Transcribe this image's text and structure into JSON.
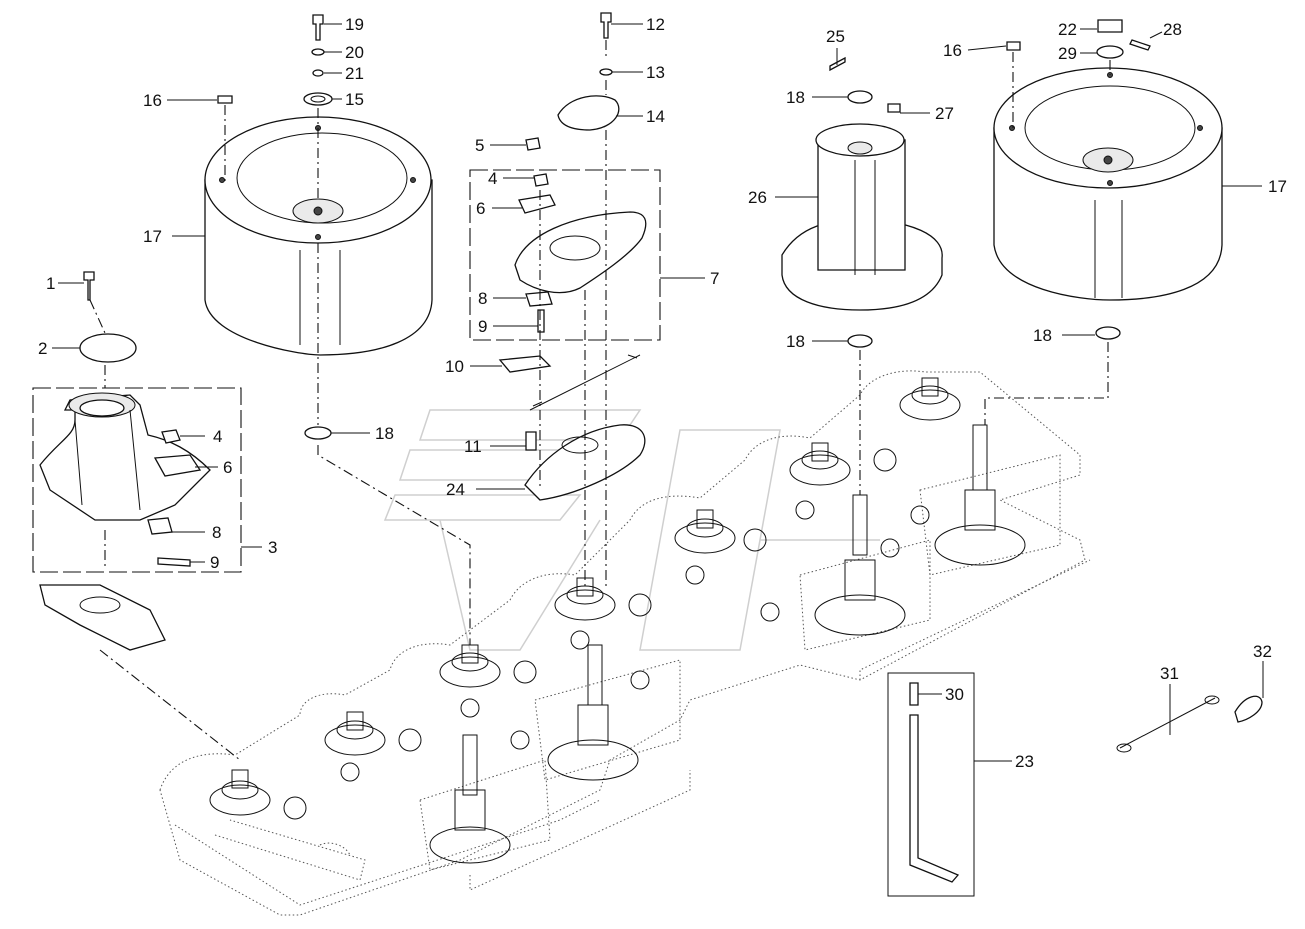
{
  "labels": {
    "l1": "1",
    "l2": "2",
    "l3": "3",
    "l4a": "4",
    "l4b": "4",
    "l5": "5",
    "l6a": "6",
    "l6b": "6",
    "l7": "7",
    "l8a": "8",
    "l8b": "8",
    "l9a": "9",
    "l9b": "9",
    "l10": "10",
    "l11": "11",
    "l12": "12",
    "l13": "13",
    "l14": "14",
    "l15": "15",
    "l16a": "16",
    "l16b": "16",
    "l17a": "17",
    "l17b": "17",
    "l18a": "18",
    "l18b": "18",
    "l18c": "18",
    "l18d": "18",
    "l19": "19",
    "l20": "20",
    "l21": "21",
    "l22": "22",
    "l23": "23",
    "l24": "24",
    "l25": "25",
    "l26": "26",
    "l27": "27",
    "l28": "28",
    "l29": "29",
    "l30": "30",
    "l31": "31",
    "l32": "32"
  }
}
